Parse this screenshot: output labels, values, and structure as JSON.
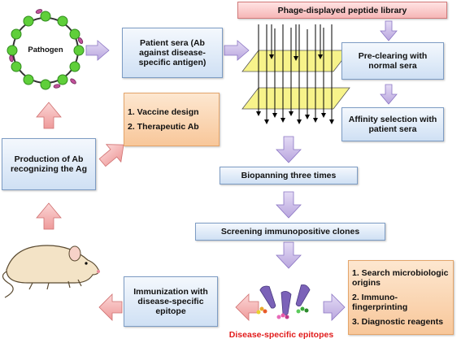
{
  "nodes": {
    "phage_library": "Phage-displayed peptide library",
    "patient_sera": "Patient sera (Ab against disease-specific antigen)",
    "pre_clearing": "Pre-clearing with normal sera",
    "affinity_selection": "Affinity selection with patient sera",
    "biopanning": "Biopanning three times",
    "screening": "Screening immunopositive clones",
    "production_ab": "Production of Ab recognizing the Ag",
    "immunization": "Immunization with disease-specific epitope"
  },
  "pathogen_label": "Pathogen",
  "applications_top": [
    "1. Vaccine design",
    "2. Therapeutic Ab"
  ],
  "applications_right": [
    "1. Search microbiologic origins",
    "2. Immuno-fingerprinting",
    "3. Diagnostic reagents"
  ],
  "epitopes_label": "Disease-specific epitopes",
  "colors": {
    "blue_box": "#cfe0f4",
    "pink_box": "#f6b6b6",
    "orange_box": "#f8c79a",
    "arrow_purple": "#c7b6e6",
    "arrow_pink": "#f4b3b3",
    "plate_yellow": "#f7f38a",
    "label_red": "#e11b1b"
  }
}
